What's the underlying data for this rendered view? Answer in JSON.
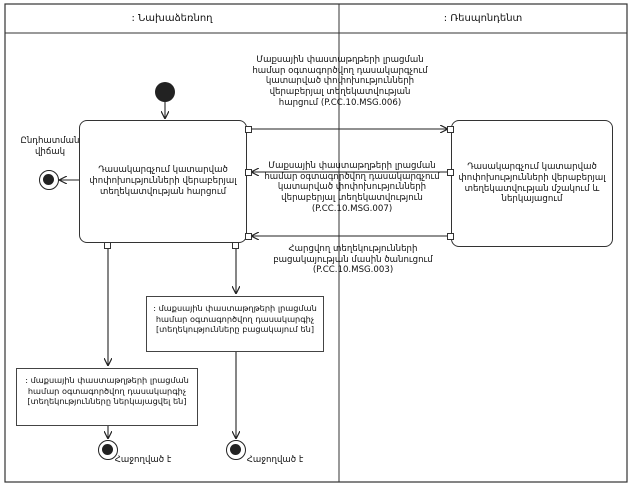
{
  "lanes": {
    "left": ": Նախաձեռնող",
    "right": ": Ռեսպոնդենտ"
  },
  "nodes": {
    "request_action": "Դասակարգչում կատարված փոփոխությունների վերաբերյալ տեղեկատվության հարցում",
    "process_action": "Դասակարգչում կատարված փոփոխությունների վերաբերյալ տեղեկատվության մշակում և ներկայացում"
  },
  "messages": {
    "msg006": "Մաքսային փաստաթղթերի լրացման համար օգտագործվող դասակարգչում կատարված փոփոխությունների վերաբերյալ տեղեկատվության հարցում (P.CC.10.MSG.006)",
    "msg007": "Մաքսային փաստաթղթերի լրացման համար օգտագործվող դասակարգչում կատարված փոփոխությունների վերաբերյալ տեղեկատվություն (P.CC.10.MSG.007)",
    "msg003": "Հարցվող տեղեկությունների բացակայության մասին ծանուցում (P.CC.10.MSG.003)"
  },
  "states": {
    "absent": ": մաքսային փաստաթղթերի լրացման համար օգտագործվող դասակարգիչ [տեղեկությունները բացակայում են]",
    "provided": ": մաքսային փաստաթղթերի լրացման համար օգտագործվող դասակարգիչ [տեղեկությունները ներկայացվել են]"
  },
  "finals": {
    "interrupt": "Ընդհատման վիճակ",
    "done_left": "Հաջողված է",
    "done_right": "Հաջողված է"
  }
}
